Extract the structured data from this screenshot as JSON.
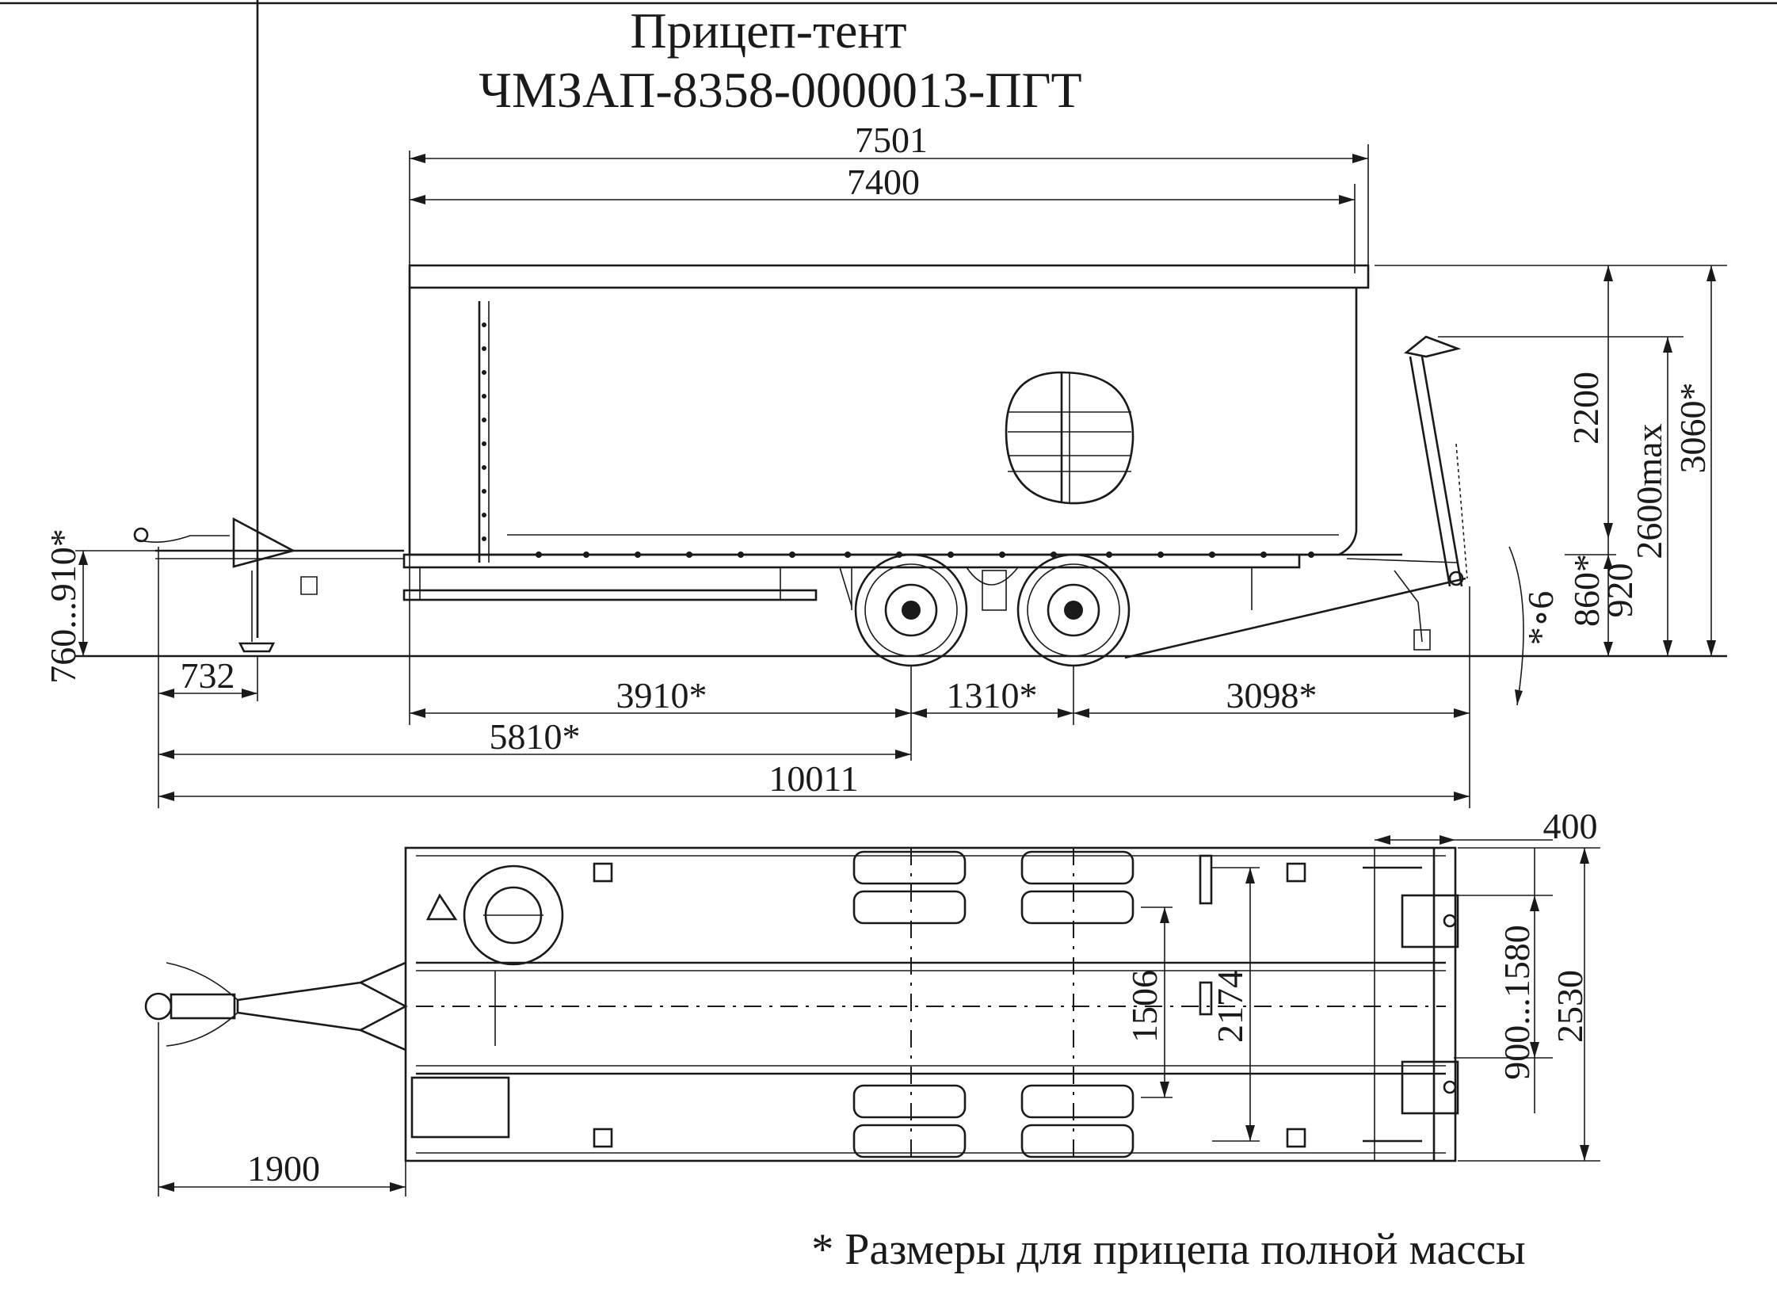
{
  "title": {
    "line1": "Прицеп-тент",
    "line2": "ЧМЗАП-8358-0000013-ПГТ"
  },
  "side_view": {
    "overall_length_top": "7501",
    "body_length": "7400",
    "tent_height": "2200",
    "gate_height": "2600max",
    "overall_height": "3060*",
    "platform_height": "860*",
    "platform_height_2": "920",
    "ramp_angle": "*∘6",
    "drawbar_height": "760...910*",
    "drawbar_offset": "732",
    "front_to_axle": "3910*",
    "axle_base": "1310*",
    "rear_overhang": "3098*",
    "hitch_to_axle": "5810*",
    "overall_length": "10011"
  },
  "top_view": {
    "ramp_depth": "400",
    "inner_width": "1506",
    "track_width": "2174",
    "ramp_spacing": "900...1580",
    "overall_width": "2530",
    "drawbar_length": "1900"
  },
  "footnote": "* Размеры для прицепа полной массы"
}
